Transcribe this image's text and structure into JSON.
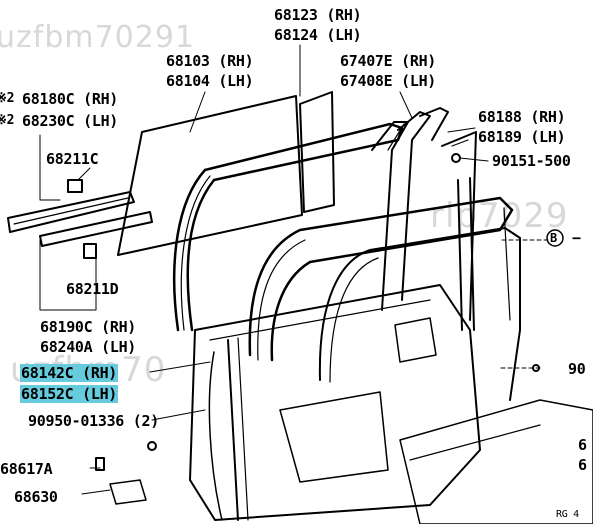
{
  "watermarks": [
    "uzfbm70291",
    "rlp7029",
    "uzfbm70"
  ],
  "labels": {
    "p68123": "68123 (RH)",
    "p68124": "68124 (LH)",
    "p68103": "68103 (RH)",
    "p68104": "68104 (LH)",
    "p67407": "67407E (RH)",
    "p67408": "67408E (LH)",
    "p68180": "68180C (RH)",
    "p68230": "68230C (LH)",
    "p68211c": "68211C",
    "p68188": "68188 (RH)",
    "p68189": "68189 (LH)",
    "p90151": "90151-500",
    "p68211d": "68211D",
    "p68190": "68190C (RH)",
    "p68240": "68240A (LH)",
    "p68142": "68142C (RH)",
    "p68152": "68152C (LH)",
    "p90950": "90950-01336 (2)",
    "p68617": "68617A",
    "p68630": "68630",
    "p90right": "90",
    "p6a": "6",
    "p6b": "6",
    "star1": "※2",
    "star2": "※2",
    "circleB": "B",
    "circleTail": "−",
    "corner": "RG 4"
  },
  "colors": {
    "highlight": "#66ccdd",
    "line": "#000000",
    "watermark": "#d8d8d8"
  }
}
